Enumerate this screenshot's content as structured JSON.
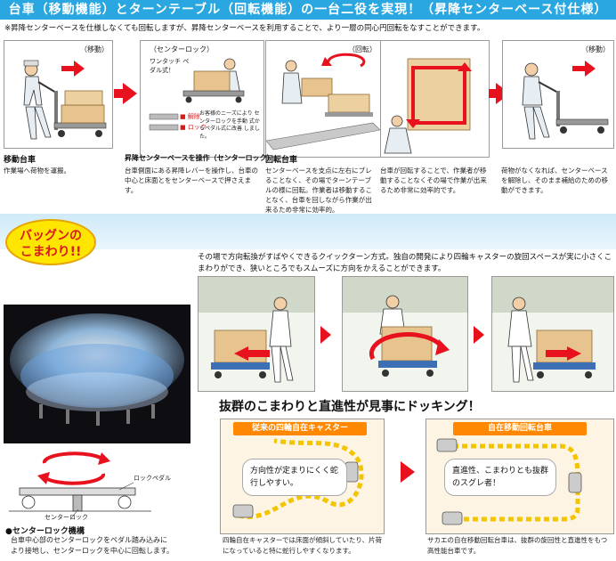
{
  "title": "台車（移動機能）とターンテーブル（回転機能）の一台二役を実現！（昇降センターベース付仕様）",
  "note": "※昇降センターベースを仕様しなくても回転しますが、昇降センターベースを利用することで、より一層の同心円回転をなすことができます。",
  "steps": [
    {
      "tag": "（移動）",
      "title": "移動台車",
      "desc": "作業場へ荷物を運搬。"
    },
    {
      "tag": "（センターロック）",
      "callout": "ワンタッチ ペダル式！",
      "legend_release": "解除",
      "legend_lock": "ロック",
      "callout2": "お客様のニーズにより センターロックを手動 式からペダル式に改善 しました。",
      "title": "昇降センターベースを操作（センターロック）",
      "desc": "台車側面にある昇降レバーを操作し、台車の中心と床面とをセンターベースで押さえます。"
    },
    {
      "tag": "（回転）",
      "title": "回転台車",
      "desc": "センターベースを支点に左右にブレることなく、その場でターンテーブルの様に回転。作業者は移動することなく、台車を回しながら作業が出来るため非常に効率的。"
    },
    {
      "tag": "",
      "title": "",
      "desc": "台車が回転することで、作業者が移動することなくその場で作業が出来るため非常に効率的です。"
    },
    {
      "tag": "（移動）",
      "title": "",
      "desc": "荷物がなくなれば、センターベースを解除し、そのまま補給のための移動ができます。"
    }
  ],
  "badge": {
    "line1": "バッグンの",
    "line2": "こまわり!!"
  },
  "quick_turn": "その場で方向転換がすばやくできるクイックターン方式。独自の開発により四輪キャスターの旋回スペースが実に小さくこまわりができ、狭いところでもスムーズに方向をかえることができます。",
  "docking_title": "抜群のこまわりと直進性が見事にドッキング！",
  "compare": {
    "left": {
      "head": "従来の四輪自在キャスター",
      "speech": "方向性が定まりにくく蛇行しやすい。",
      "desc": "四輪自在キャスターでは床面が傾斜していたり、片荷になっていると特に蛇行しやすくなります。"
    },
    "right": {
      "head": "自在移動回転台車",
      "speech": "直進性、こまわりとも抜群のスグレ者！",
      "desc": "サカエの自在移動回転台車は、抜群の旋回性と直進性をもつ高性能台車です。"
    }
  },
  "diagram": {
    "pedal_label": "ロックペダル",
    "lock_label": "センターロック"
  },
  "centerlock": {
    "title": "●センターロック機構",
    "desc1": "台車中心部のセンターロックをペダル踏み込みに",
    "desc2": "より接地し、センターロックを中心に回転します。"
  },
  "colors": {
    "accent": "#2aa6e0",
    "arrow": "#e8121f",
    "orange": "#ff8800",
    "badge": "#ffe600"
  }
}
